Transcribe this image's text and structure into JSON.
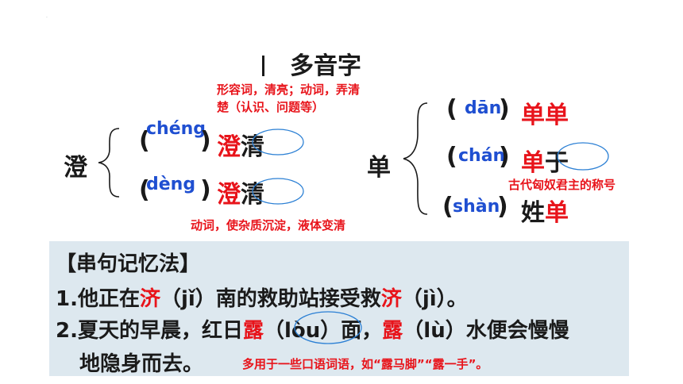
{
  "title": "多音字",
  "cheng": {
    "char": "澄",
    "note_top": [
      "形容词，清亮；动词，弄清",
      "楚（认识、问题等）"
    ],
    "row1": {
      "pinyin": "chéng",
      "hl": "澄",
      "rest": "清"
    },
    "row2": {
      "pinyin": "dèng",
      "hl": "澄",
      "rest": "清"
    },
    "note_bottom": "动词，使杂质沉淀，液体变清"
  },
  "dan": {
    "char": "单",
    "row1": {
      "pinyin": "dān",
      "red_word": "单单"
    },
    "row2": {
      "pinyin": "chán",
      "hl": "单",
      "rest": "于"
    },
    "row2_note": "古代匈奴君主的称号",
    "row3": {
      "pinyin": "shàn",
      "pre": "姓",
      "hl": "单"
    }
  },
  "memory": {
    "heading": "【串句记忆法】",
    "line1": {
      "a": "1.他正在",
      "b": "济",
      "c": "（jǐ）南的救助站接受救",
      "d": "济",
      "e": "（jì）。"
    },
    "line2": {
      "a": "2.夏天的早晨，红日",
      "b": "露",
      "c": "（lòu）面，",
      "d": "露",
      "e": "（lù）水便会慢慢"
    },
    "line3": "地隐身而去。",
    "note": "多用于一些口语词语，如“露马脚”“露一手”。"
  }
}
